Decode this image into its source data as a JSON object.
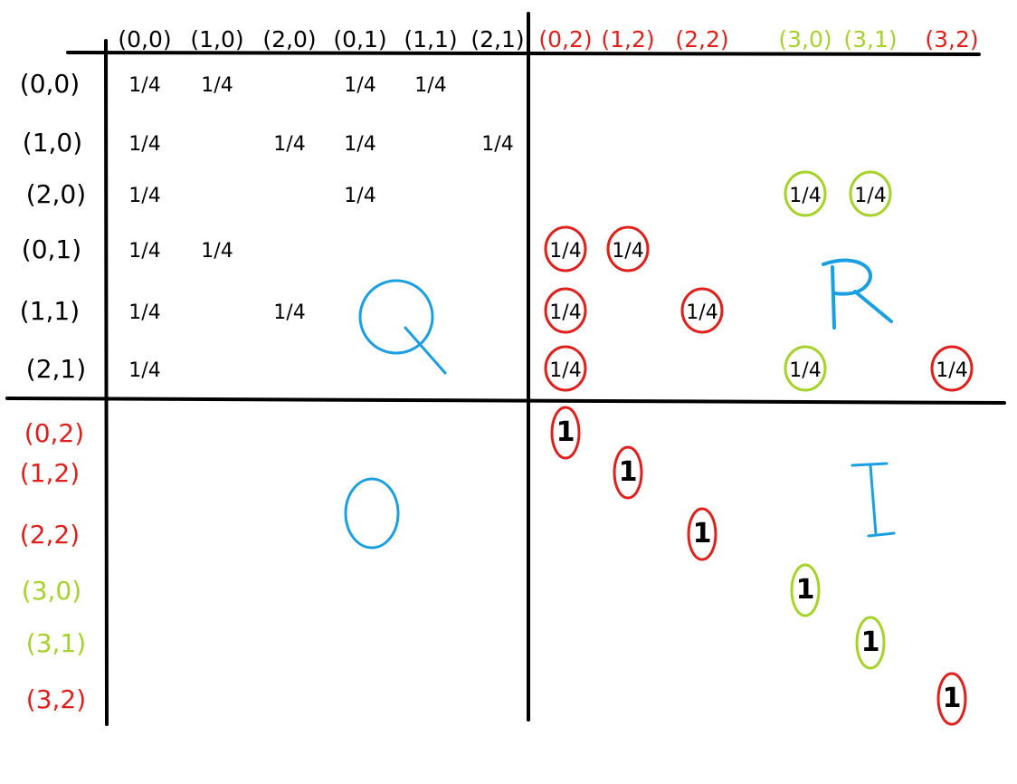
{
  "colors": {
    "ink": "#000000",
    "red": "#e0201c",
    "green": "#a6d32a",
    "blue": "#1aa0e0"
  },
  "columns": [
    {
      "label": "(0,0)",
      "color": "ink"
    },
    {
      "label": "(1,0)",
      "color": "ink"
    },
    {
      "label": "(2,0)",
      "color": "ink"
    },
    {
      "label": "(0,1)",
      "color": "ink"
    },
    {
      "label": "(1,1)",
      "color": "ink"
    },
    {
      "label": "(2,1)",
      "color": "ink"
    },
    {
      "label": "(0,2)",
      "color": "red"
    },
    {
      "label": "(1,2)",
      "color": "red"
    },
    {
      "label": "(2,2)",
      "color": "red"
    },
    {
      "label": "(3,0)",
      "color": "green"
    },
    {
      "label": "(3,1)",
      "color": "green"
    },
    {
      "label": "(3,2)",
      "color": "red"
    }
  ],
  "rows": [
    {
      "label": "(0,0)",
      "color": "ink"
    },
    {
      "label": "(1,0)",
      "color": "ink"
    },
    {
      "label": "(2,0)",
      "color": "ink"
    },
    {
      "label": "(0,1)",
      "color": "ink"
    },
    {
      "label": "(1,1)",
      "color": "ink"
    },
    {
      "label": "(2,1)",
      "color": "ink"
    },
    {
      "label": "(0,2)",
      "color": "red"
    },
    {
      "label": "(1,2)",
      "color": "red"
    },
    {
      "label": "(2,2)",
      "color": "red"
    },
    {
      "label": "(3,0)",
      "color": "green"
    },
    {
      "label": "(3,1)",
      "color": "green"
    },
    {
      "label": "(3,2)",
      "color": "red"
    }
  ],
  "entries": [
    {
      "row": 0,
      "col": 0,
      "text": "1/4"
    },
    {
      "row": 0,
      "col": 1,
      "text": "1/4"
    },
    {
      "row": 0,
      "col": 3,
      "text": "1/4"
    },
    {
      "row": 0,
      "col": 4,
      "text": "1/4"
    },
    {
      "row": 1,
      "col": 0,
      "text": "1/4"
    },
    {
      "row": 1,
      "col": 2,
      "text": "1/4"
    },
    {
      "row": 1,
      "col": 3,
      "text": "1/4"
    },
    {
      "row": 1,
      "col": 5,
      "text": "1/4"
    },
    {
      "row": 2,
      "col": 0,
      "text": "1/4"
    },
    {
      "row": 2,
      "col": 3,
      "text": "1/4"
    },
    {
      "row": 2,
      "col": 9,
      "text": "1/4",
      "circle": "green"
    },
    {
      "row": 2,
      "col": 10,
      "text": "1/4",
      "circle": "green"
    },
    {
      "row": 3,
      "col": 0,
      "text": "1/4"
    },
    {
      "row": 3,
      "col": 1,
      "text": "1/4"
    },
    {
      "row": 3,
      "col": 6,
      "text": "1/4",
      "circle": "red"
    },
    {
      "row": 3,
      "col": 7,
      "text": "1/4",
      "circle": "red"
    },
    {
      "row": 4,
      "col": 0,
      "text": "1/4"
    },
    {
      "row": 4,
      "col": 2,
      "text": "1/4"
    },
    {
      "row": 4,
      "col": 6,
      "text": "1/4",
      "circle": "red"
    },
    {
      "row": 4,
      "col": 8,
      "text": "1/4",
      "circle": "red"
    },
    {
      "row": 5,
      "col": 0,
      "text": "1/4"
    },
    {
      "row": 5,
      "col": 6,
      "text": "1/4",
      "circle": "red"
    },
    {
      "row": 5,
      "col": 9,
      "text": "1/4",
      "circle": "green"
    },
    {
      "row": 5,
      "col": 11,
      "text": "1/4",
      "circle": "red"
    },
    {
      "row": 6,
      "col": 6,
      "text": "1",
      "circle": "red"
    },
    {
      "row": 7,
      "col": 7,
      "text": "1",
      "circle": "red"
    },
    {
      "row": 8,
      "col": 8,
      "text": "1",
      "circle": "red"
    },
    {
      "row": 9,
      "col": 9,
      "text": "1",
      "circle": "green"
    },
    {
      "row": 10,
      "col": 10,
      "text": "1",
      "circle": "green"
    },
    {
      "row": 11,
      "col": 11,
      "text": "1",
      "circle": "red"
    }
  ],
  "blocks": {
    "Q": "Q",
    "R": "R",
    "O": "O",
    "I": "I"
  }
}
